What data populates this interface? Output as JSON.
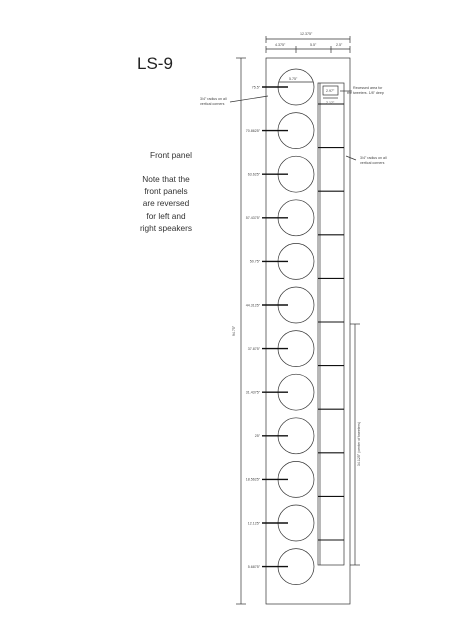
{
  "title": "LS-9",
  "front_panel_label": "Front panel",
  "reverse_note": [
    "Note that the",
    "front panels",
    "are reversed",
    "for left and",
    "right speakers"
  ],
  "dimensions": {
    "overall_width": "12.375\"",
    "left_section": "4.375\"",
    "mid_section": "5.5\"",
    "right_section": "2.5\"",
    "circle_diameter": "5.75\"",
    "overall_height": "94.75\"",
    "slot_width": "2.97\"",
    "slot_depth": "2.12\"",
    "tweeter_span": "34.125\" (center of tweeters)"
  },
  "notes": {
    "radius_left": [
      "3/4\" radius on all",
      "vertical corners"
    ],
    "recess": [
      "Recessed area for",
      "the tweeters. 1/8\" deep"
    ],
    "radius_right": [
      "3/4\" radius on all",
      "vertical corners"
    ]
  },
  "driver_positions": [
    "75.5\"",
    "70.8625\"",
    "63.625\"",
    "57.4375\"",
    "50.75\"",
    "44.3125\"",
    "37.875\"",
    "31.4375\"",
    "25\"",
    "18.5625\"",
    "12.125\"",
    "5.6875\""
  ]
}
